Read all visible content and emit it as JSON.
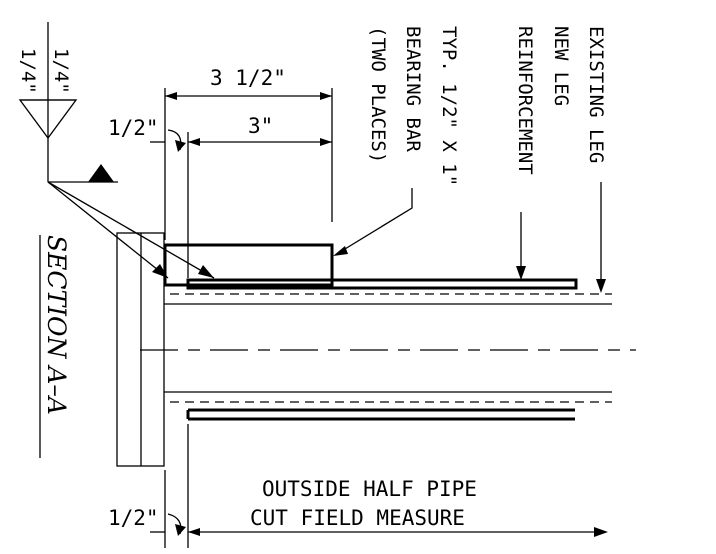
{
  "title": "SECTION A–A",
  "weld": {
    "top": "1/4\"",
    "bottom": "1/4\""
  },
  "dimensions": {
    "overall": "3 1/2\"",
    "inner": "3\"",
    "gap_top": "1/2\"",
    "gap_bottom": "1/2\""
  },
  "labels": {
    "bearing_bar": [
      "TYP. 1/2\" X 1\"",
      "BEARING BAR",
      "(TWO PLACES)"
    ],
    "new_leg": [
      "NEW LEG",
      "REINFORCEMENT"
    ],
    "existing_leg": "EXISTING LEG",
    "bottom_note": [
      "OUTSIDE HALF PIPE",
      "CUT FIELD MEASURE"
    ]
  }
}
